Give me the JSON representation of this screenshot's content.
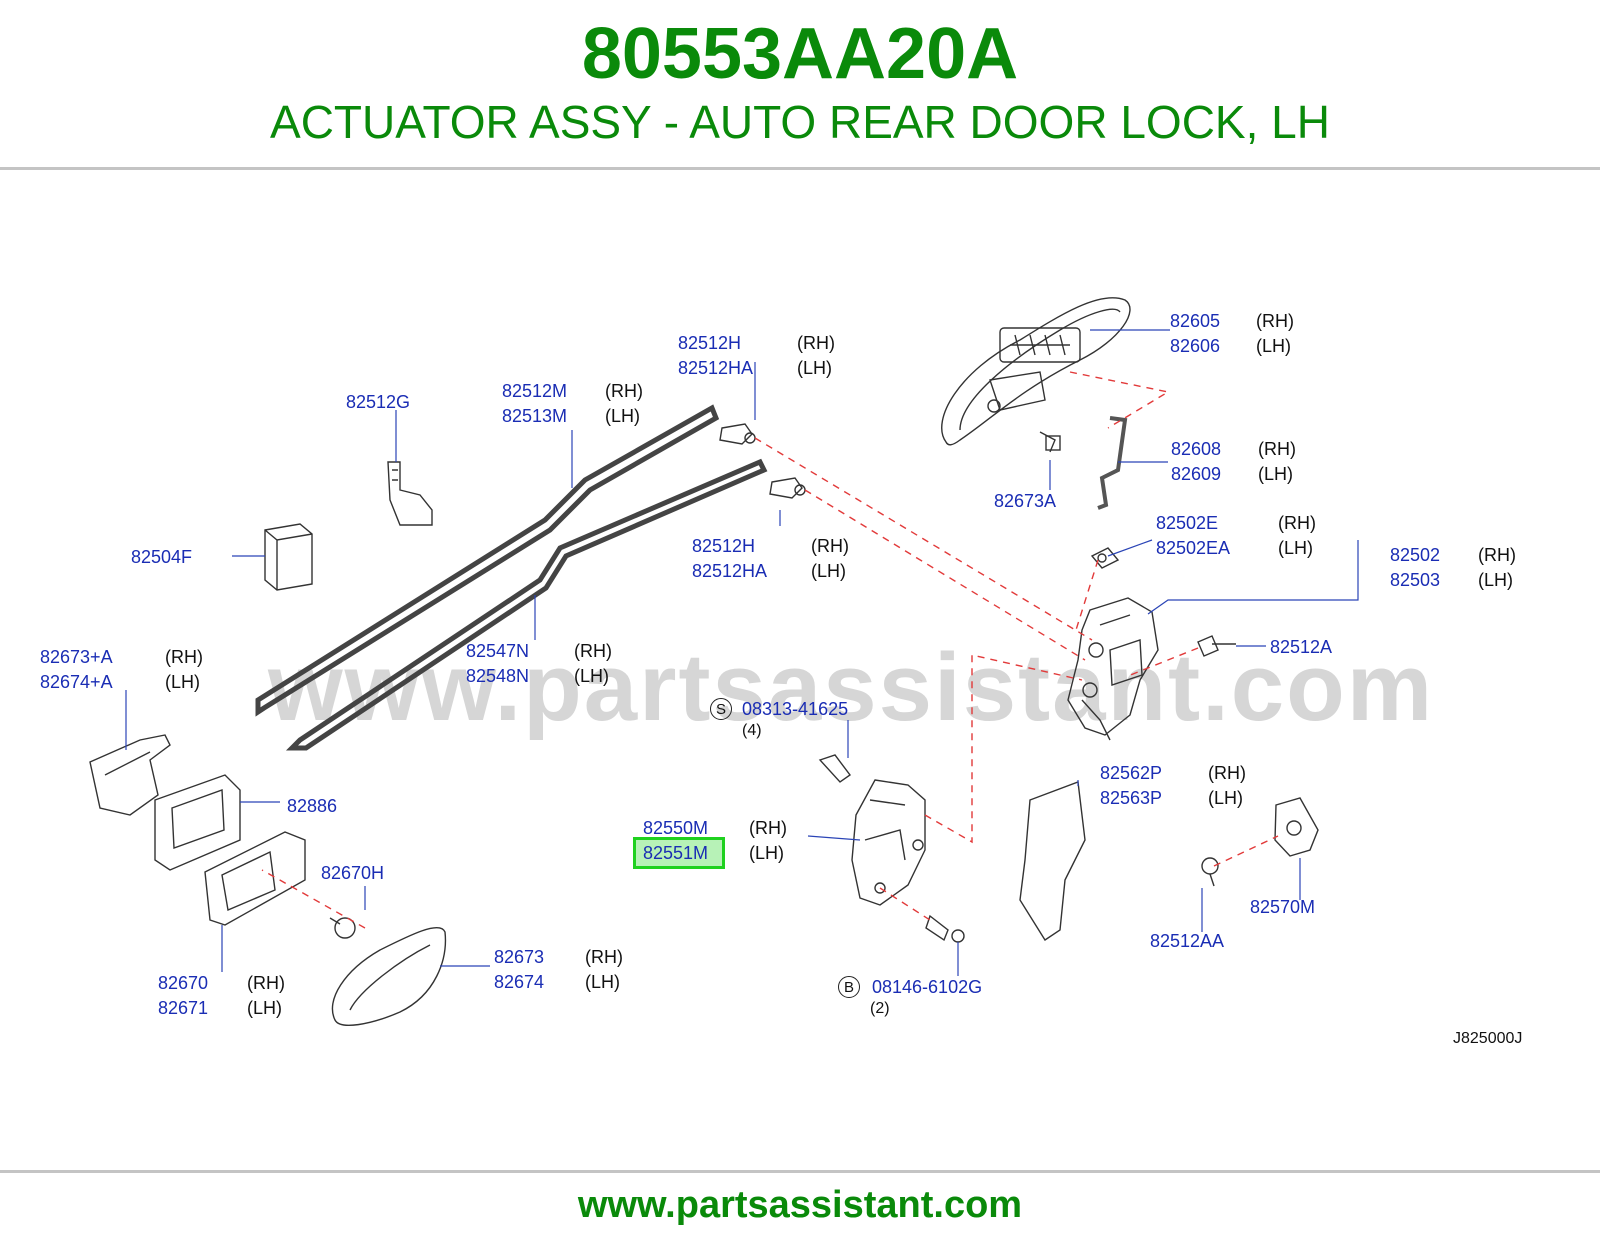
{
  "header": {
    "part_number": "80553AA20A",
    "description": "ACTUATOR ASSY - AUTO REAR DOOR LOCK, LH"
  },
  "watermark": "www.partsassistant.com",
  "footer": {
    "url": "www.partsassistant.com"
  },
  "diagram_ref": "J825000J",
  "colors": {
    "title": "#0a8a0a",
    "part_link": "#1a2db4",
    "highlight_border": "#1fd11f",
    "highlight_fill": "#b7f2b7"
  },
  "labels": {
    "p82605": "82605",
    "p82605_side": "(RH)",
    "p82606": "82606",
    "p82606_side": "(LH)",
    "p82512H_top": "82512H",
    "p82512H_top_side": "(RH)",
    "p82512HA_top": "82512HA",
    "p82512HA_top_side": "(LH)",
    "p82512M": "82512M",
    "p82512M_side": "(RH)",
    "p82513M": "82513M",
    "p82513M_side": "(LH)",
    "p82512G": "82512G",
    "p82608": "82608",
    "p82608_side": "(RH)",
    "p82609": "82609",
    "p82609_side": "(LH)",
    "p82673A": "82673A",
    "p82502E": "82502E",
    "p82502E_side": "(RH)",
    "p82502EA": "82502EA",
    "p82502EA_side": "(LH)",
    "p82502": "82502",
    "p82502_side": "(RH)",
    "p82503": "82503",
    "p82503_side": "(LH)",
    "p82504F": "82504F",
    "p82512H_mid": "82512H",
    "p82512H_mid_side": "(RH)",
    "p82512HA_mid": "82512HA",
    "p82512HA_mid_side": "(LH)",
    "p82512A": "82512A",
    "p82673plusA": "82673+A",
    "p82673plusA_side": "(RH)",
    "p82674plusA": "82674+A",
    "p82674plusA_side": "(LH)",
    "p82547N": "82547N",
    "p82547N_side": "(RH)",
    "p82548N": "82548N",
    "p82548N_side": "(LH)",
    "s_symbol": "S",
    "p08313": "08313-41625",
    "p08313_qty": "(4)",
    "p82562P": "82562P",
    "p82562P_side": "(RH)",
    "p82563P": "82563P",
    "p82563P_side": "(LH)",
    "p82886": "82886",
    "p82550M": "82550M",
    "p82550M_side": "(RH)",
    "p82551M": "82551M",
    "p82551M_side": "(LH)",
    "p82670H": "82670H",
    "p82570M": "82570M",
    "p82512AA": "82512AA",
    "p82673": "82673",
    "p82673_side": "(RH)",
    "p82674": "82674",
    "p82674_side": "(LH)",
    "p82670": "82670",
    "p82670_side": "(RH)",
    "p82671": "82671",
    "p82671_side": "(LH)",
    "b_symbol": "B",
    "p08146": "08146-6102G",
    "p08146_qty": "(2)"
  }
}
